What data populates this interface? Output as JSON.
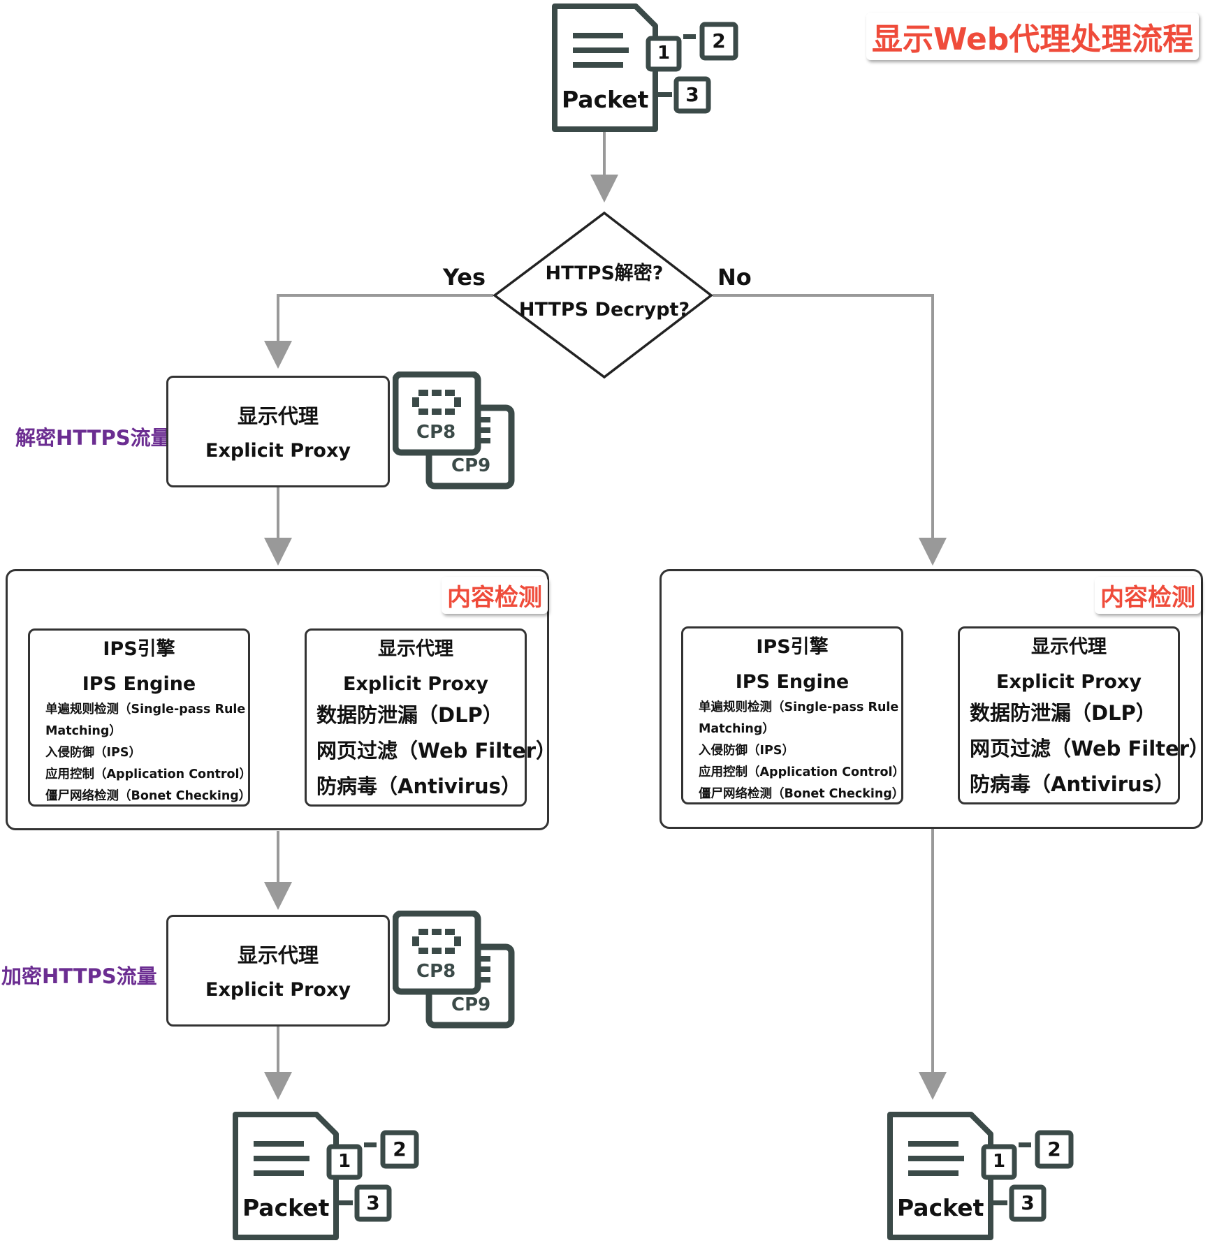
{
  "title": "显示Web代理处理流程",
  "packet": {
    "label": "Packet",
    "badges": [
      "1",
      "2",
      "3"
    ]
  },
  "decision": {
    "line1": "HTTPS解密?",
    "line2": "HTTPS Decrypt?",
    "yes": "Yes",
    "no": "No"
  },
  "proxy": {
    "line1": "显示代理",
    "line2": "Explicit Proxy"
  },
  "chips": {
    "front": "CP8",
    "back": "CP9"
  },
  "side_labels": {
    "decrypt": "解密HTTPS流量",
    "encrypt": "加密HTTPS流量"
  },
  "content_inspection": {
    "tag": "内容检测",
    "ips": {
      "title_cn": "IPS引擎",
      "title_en": "IPS Engine",
      "items": [
        "单遍规则检测（Single-pass Rule",
        "Matching）",
        "入侵防御（IPS）",
        "应用控制（Application Control）",
        "僵尸网络检测（Bonet Checking）"
      ]
    },
    "proxy": {
      "title_cn": "显示代理",
      "title_en": "Explicit Proxy",
      "items": [
        "数据防泄漏（DLP）",
        "网页过滤（Web Filter）",
        "防病毒（Antivirus）"
      ]
    }
  },
  "colors": {
    "arrow": "#999999",
    "border": "#333333",
    "icon": "#3b4a48",
    "tag": "#ef4b3a",
    "side_label": "#6b2d91"
  }
}
